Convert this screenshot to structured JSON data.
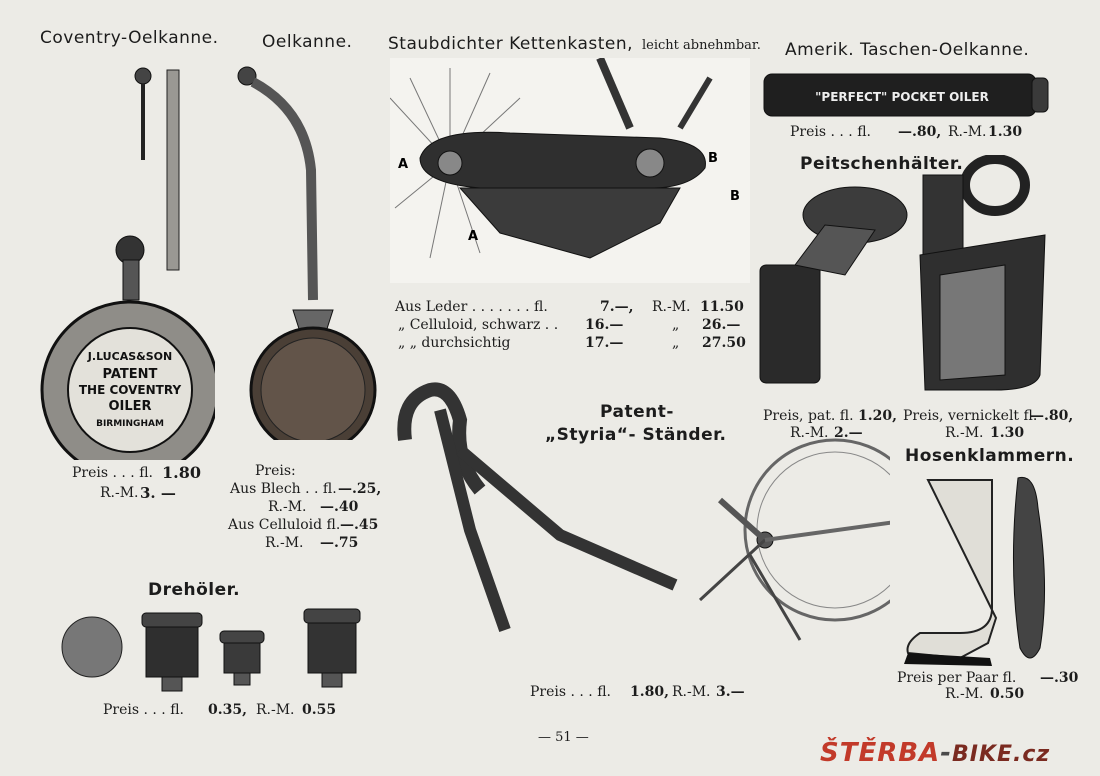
{
  "headings": {
    "coventry": "Coventry-Oelkanne.",
    "oelkanne": "Oelkanne.",
    "kettenkasten": "Staubdichter Kettenkasten,",
    "kettenkasten_note": "leicht abnehmbar.",
    "taschen": "Amerik. Taschen-Oelkanne.",
    "peitschen": "Peitschenhälter.",
    "patent1": "Patent-",
    "patent2": "„Styria“- Ständer.",
    "hosen": "Hosenklammern.",
    "dreh": "Drehöler."
  },
  "coventry_price": {
    "l1": "Preis . . . fl.",
    "v1": "1.80",
    "l2": "R.-M.",
    "v2": "3. —"
  },
  "coventry_label": {
    "a": "J.LUCAS&SON",
    "b": "PATENT",
    "c": "THE COVENTRY",
    "d": "OILER",
    "e": "BIRMINGHAM"
  },
  "oel_price": {
    "title": "Preis:",
    "r1": "Aus Blech . . fl.",
    "v1": "—.25,",
    "r2": "R.-M.",
    "v2": "—.40",
    "r3": "Aus Celluloid fl.",
    "v3": "—.45",
    "r4": "R.-M.",
    "v4": "—.75"
  },
  "ketten_labels": {
    "a": "A",
    "b": "B",
    "b2": "B",
    "a2": "A"
  },
  "ketten_prices": [
    {
      "item": "Aus Leder . . . . . . . fl.",
      "fl": "7.—,",
      "rm_label": "R.-M.",
      "rm": "11.50"
    },
    {
      "item": "„ Celluloid, schwarz . .",
      "fl": "16.—",
      "rm_label": "„",
      "rm": "26.—"
    },
    {
      "item": "„ „ durchsichtig",
      "fl": "17.—",
      "rm_label": "„",
      "rm": "27.50"
    }
  ],
  "pocket_oiler_text": "\"PERFECT\" POCKET OILER",
  "taschen_price": {
    "l": "Preis . . . fl.",
    "v1": "—.80,",
    "l2": "R.-M.",
    "v2": "1.30"
  },
  "peitschen_prices": {
    "a1": "Preis, pat. fl.",
    "av1": "1.20,",
    "a2": "R.-M.",
    "av2": "2.—",
    "b1": "Preis, vernickelt fl.",
    "bv1": "—.80,",
    "b2": "R.-M.",
    "bv2": "1.30"
  },
  "hosen_price": {
    "l1": "Preis per Paar fl.",
    "v1": "—.30",
    "l2": "R.-M.",
    "v2": "0.50"
  },
  "styria_price": {
    "l": "Preis . . . fl.",
    "v1": "1.80,",
    "l2": "R.-M.",
    "v2": "3.—"
  },
  "dreh_price": {
    "l": "Preis . . . fl.",
    "v1": "0.35,",
    "l2": "R.-M.",
    "v2": "0.55"
  },
  "page_number": "— 51 —",
  "watermark": {
    "a": "ŠTĚRBA",
    "dash": "-",
    "b": "BIKE.cz"
  },
  "colors": {
    "ink": "#1c1c1c",
    "paper": "#ecebe6",
    "brand_red": "#c23a2a"
  }
}
